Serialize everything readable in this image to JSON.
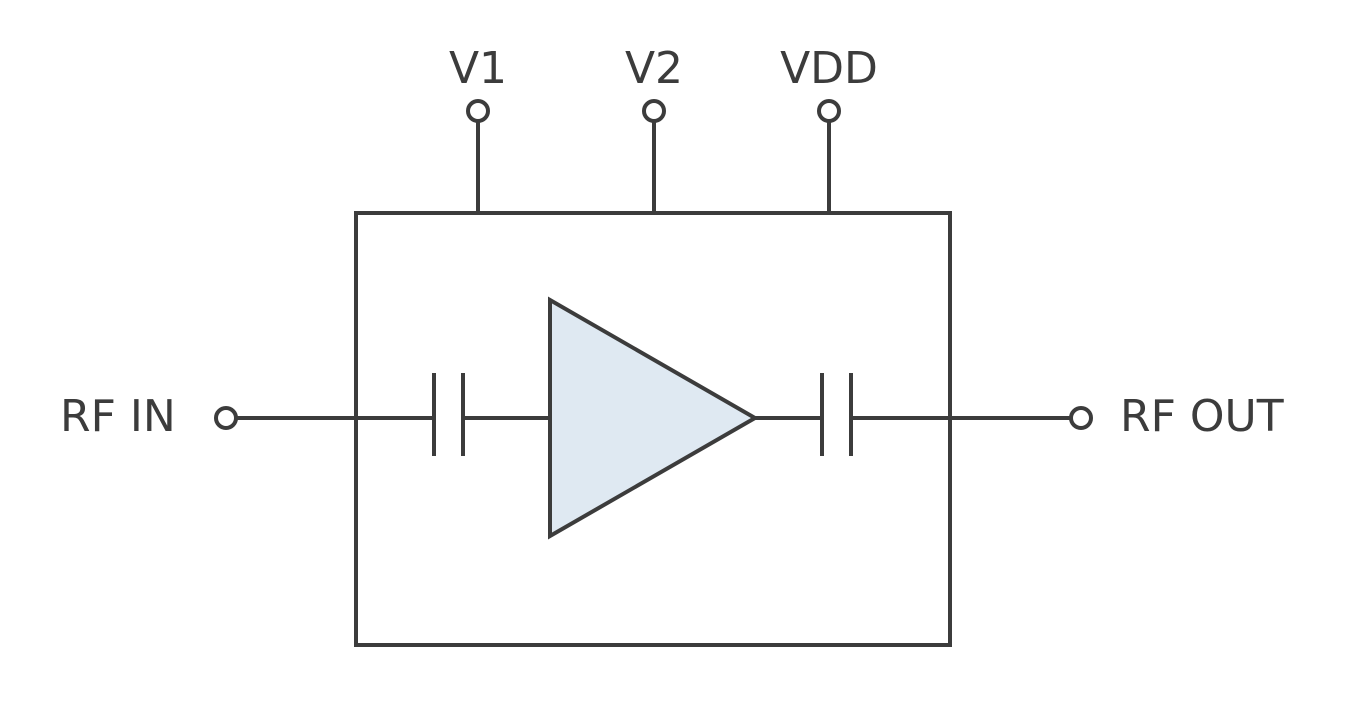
{
  "labels": {
    "v1": "V1",
    "v2": "V2",
    "vdd": "VDD",
    "rf_in": "RF IN",
    "rf_out": "RF OUT"
  },
  "colors": {
    "line": "#3c3c3c",
    "amplifier_fill": "#dfe9f2",
    "pin_fill": "#ffffff",
    "background": "#ffffff"
  }
}
